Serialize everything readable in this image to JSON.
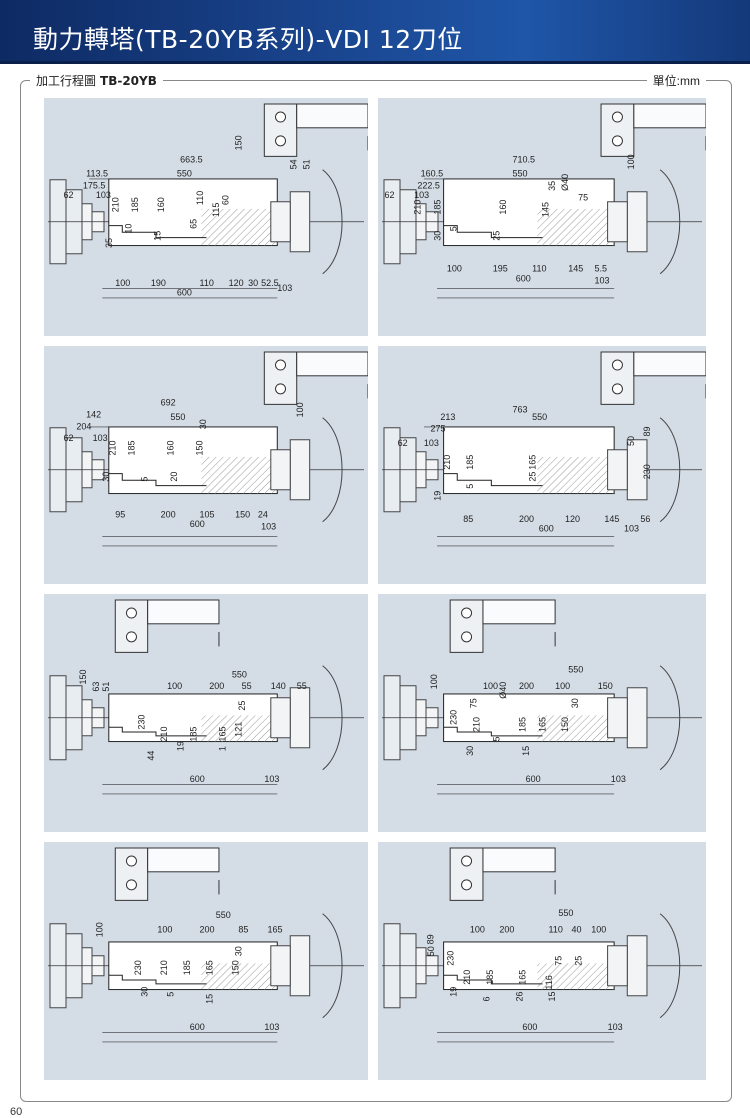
{
  "header": {
    "title": "動力轉塔(TB-20YB系列)-VDI 12刀位",
    "section_label": "加工行程圖",
    "model": "TB-20YB",
    "unit_label": "單位:mm"
  },
  "panels": [
    {
      "id": "p1",
      "dims": [
        "663.5",
        "113.5",
        "550",
        "175.5",
        "62",
        "103",
        "210",
        "185",
        "10",
        "160",
        "15",
        "110",
        "65",
        "60",
        "115",
        "150",
        "54",
        "51",
        "35",
        "100",
        "190",
        "110",
        "120",
        "30",
        "52.5",
        "600",
        "103"
      ]
    },
    {
      "id": "p2",
      "dims": [
        "710.5",
        "160.5",
        "550",
        "222.5",
        "62",
        "103",
        "210",
        "185",
        "160",
        "30",
        "5",
        "25",
        "145",
        "35",
        "Ø40",
        "75",
        "100",
        "100",
        "195",
        "110",
        "145",
        "5.5",
        "600",
        "103"
      ]
    },
    {
      "id": "p3",
      "dims": [
        "692",
        "142",
        "550",
        "204",
        "62",
        "103",
        "210",
        "185",
        "160",
        "150",
        "30",
        "30",
        "5",
        "20",
        "100",
        "95",
        "200",
        "105",
        "150",
        "24",
        "600",
        "103"
      ]
    },
    {
      "id": "p4",
      "dims": [
        "763",
        "213",
        "550",
        "275",
        "62",
        "103",
        "210",
        "185",
        "165",
        "19",
        "5",
        "25",
        "50",
        "89",
        "230",
        "85",
        "200",
        "120",
        "145",
        "56",
        "600",
        "103"
      ]
    },
    {
      "id": "p5",
      "dims": [
        "150",
        "63",
        "51",
        "550",
        "100",
        "200",
        "55",
        "140",
        "55",
        "230",
        "210",
        "185",
        "165",
        "121",
        "25",
        "44",
        "19",
        "1",
        "600",
        "103"
      ]
    },
    {
      "id": "p6",
      "dims": [
        "100",
        "550",
        "100",
        "200",
        "100",
        "150",
        "Ø40",
        "230",
        "210",
        "185",
        "165",
        "150",
        "30",
        "75",
        "15",
        "30",
        "5",
        "600",
        "103"
      ]
    },
    {
      "id": "p7",
      "dims": [
        "100",
        "550",
        "100",
        "200",
        "85",
        "165",
        "230",
        "210",
        "185",
        "165",
        "150",
        "30",
        "30",
        "5",
        "15",
        "600",
        "103"
      ]
    },
    {
      "id": "p8",
      "dims": [
        "89",
        "50",
        "550",
        "100",
        "200",
        "110",
        "40",
        "100",
        "230",
        "210",
        "185",
        "165",
        "116",
        "75",
        "25",
        "19",
        "6",
        "26",
        "15",
        "600",
        "103"
      ]
    }
  ],
  "footer": {
    "page": "60"
  }
}
